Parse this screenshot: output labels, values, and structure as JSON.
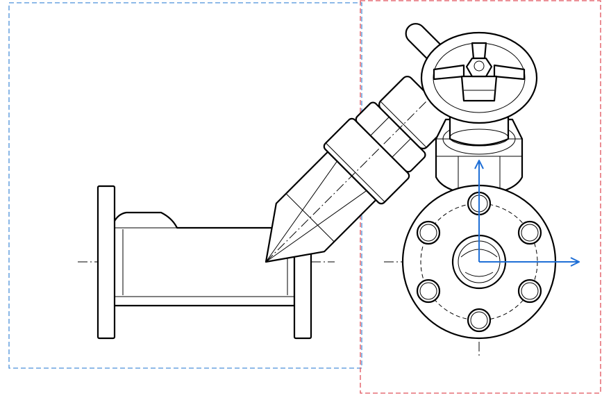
{
  "figure": {
    "views": [
      {
        "name": "side-view",
        "frame_color": "#4a90d9",
        "frame_style": "dashed"
      },
      {
        "name": "front-view",
        "frame_color": "#e0505a",
        "frame_style": "dashed"
      }
    ],
    "axis_color": "#1f6fd6",
    "line_color": "#000000",
    "background": "#ffffff",
    "flange_bolt_count": 6
  }
}
